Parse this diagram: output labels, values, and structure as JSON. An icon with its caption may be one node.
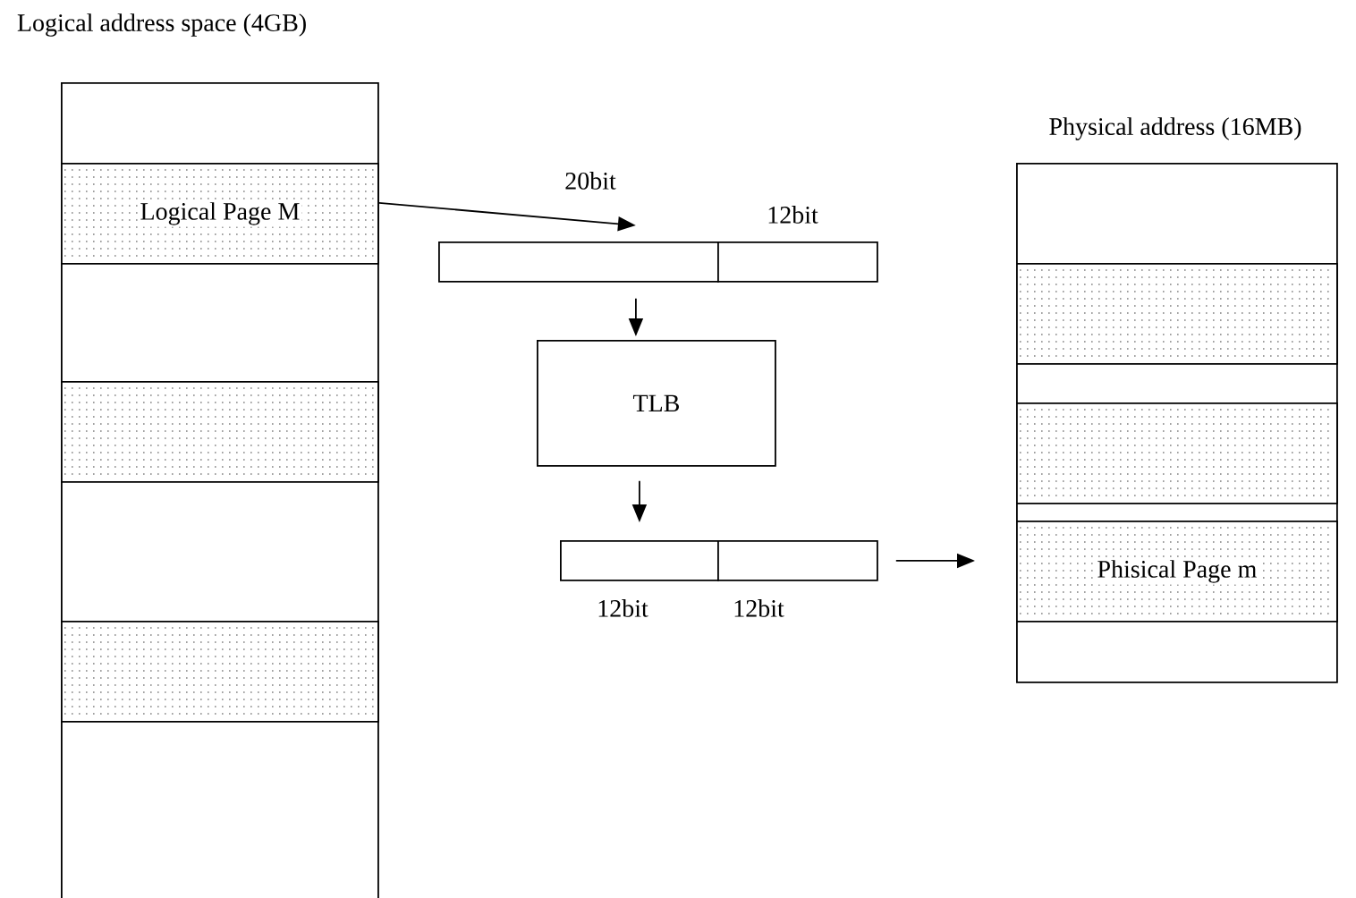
{
  "diagram": {
    "nodes": [
      {
        "text": [
          "Logical address space (4GB)"
        ]
      },
      {
        "text": [
          "Logical Page M"
        ],
        "in": 0
      },
      {
        "text": [],
        "shape": "bar",
        "in": 0
      },
      {
        "text": [],
        "shape": "bar",
        "in": 0
      },
      {
        "text": [],
        "shape": "box",
        "beside": [
          "20bit"
        ]
      },
      {
        "text": [],
        "shape": "box",
        "beside": [
          "12bit"
        ]
      },
      {
        "text": [
          "TLB"
        ]
      },
      {
        "text": [],
        "shape": "box",
        "beside": [
          "12bit"
        ]
      },
      {
        "text": [],
        "shape": "box",
        "beside": [
          "12bit"
        ]
      },
      {
        "text": [
          "Physical address (16MB)"
        ]
      },
      {
        "text": [],
        "shape": "bar",
        "in": 9
      },
      {
        "text": [],
        "shape": "bar",
        "in": 9
      },
      {
        "text": [
          "Phisical Page m"
        ],
        "in": 9
      }
    ],
    "edges": [
      {
        "from": 1,
        "to": 4,
        "arrow": "to"
      },
      {
        "from": 4,
        "to": 6,
        "arrow": "to"
      },
      {
        "from": 6,
        "to": 7,
        "arrow": "to"
      },
      {
        "from": 8,
        "to": 12,
        "arrow": "to"
      }
    ]
  }
}
